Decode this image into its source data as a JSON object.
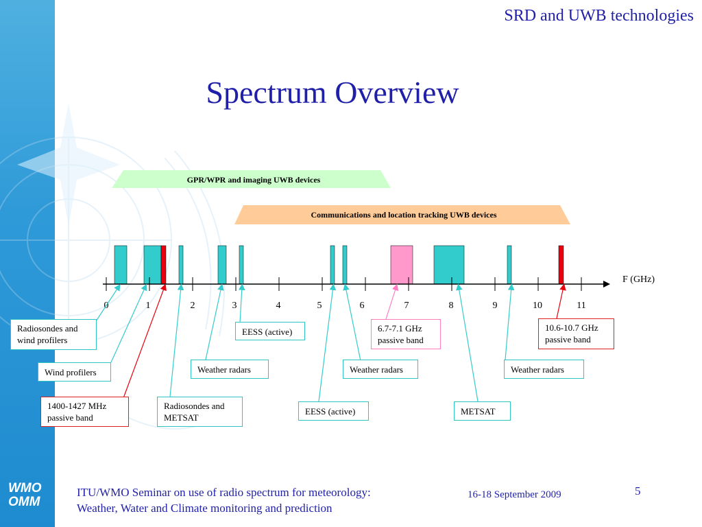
{
  "header": {
    "title": "SRD and UWB technologies"
  },
  "slide": {
    "title": "Spectrum Overview"
  },
  "logo": {
    "line1": "WMO",
    "line2": "OMM"
  },
  "uwb_ranges": {
    "gpr": {
      "label": "GPR/WPR and imaging  UWB devices",
      "color": "#ccffcc"
    },
    "comm": {
      "label": "Communications and location tracking UWB devices",
      "color": "#ffcc99"
    }
  },
  "axis": {
    "label": "F (GHz)",
    "ticks": [
      "0",
      "1",
      "2",
      "3",
      "4",
      "5",
      "6",
      "7",
      "8",
      "9",
      "10",
      "11"
    ]
  },
  "colors": {
    "teal": "#33cccc",
    "red": "#e8000e",
    "pink": "#ff99cc",
    "axis": "#000000"
  },
  "callouts": {
    "radiosondes_wind": "Radiosondes and wind profilers",
    "wind_profilers": "Wind profilers",
    "passive_1400": "1400-1427 MHz passive band",
    "radiosondes_metsat": "Radiosondes and METSAT",
    "weather_radars_1": "Weather radars",
    "eess_active_1": "EESS (active)",
    "eess_active_2": "EESS (active)",
    "passive_67": "6.7-7.1 GHz passive band",
    "weather_radars_2": "Weather radars",
    "metsat": "METSAT",
    "weather_radars_3": "Weather radars",
    "passive_106": "10.6-10.7 GHz passive band"
  },
  "footer": {
    "line1": "ITU/WMO Seminar on use of radio spectrum for meteorology:",
    "line2": "Weather, Water and Climate monitoring and prediction",
    "date": "16-18 September 2009",
    "page": "5"
  }
}
